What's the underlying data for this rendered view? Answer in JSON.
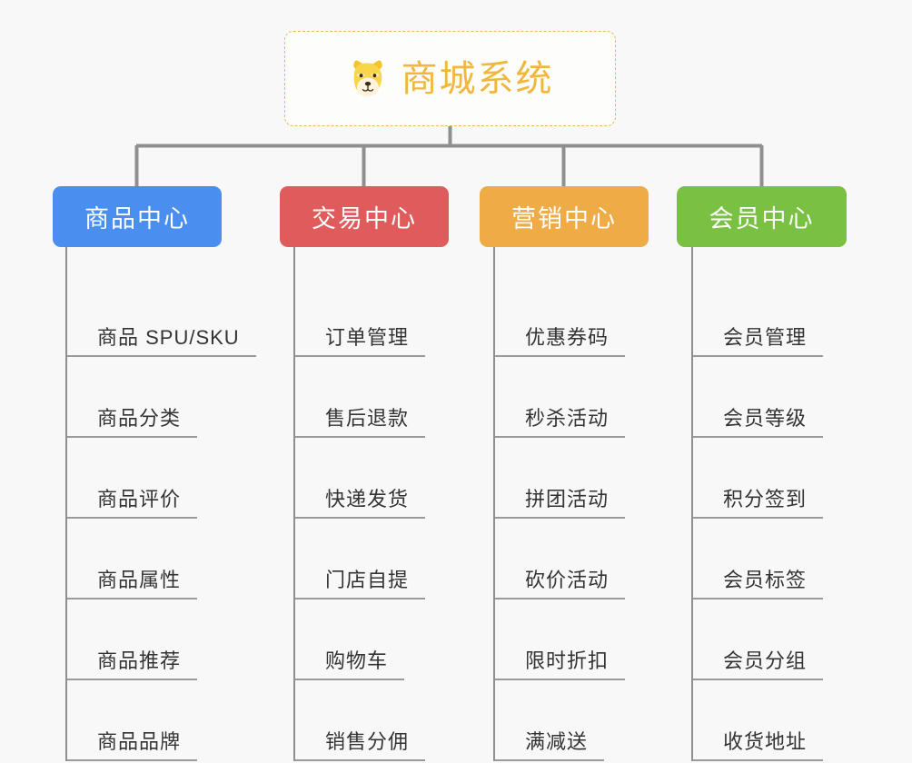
{
  "page": {
    "background_color": "#f8f8f8",
    "line_color": "#8f8f8f",
    "leaf_text_color": "#333333"
  },
  "root": {
    "title": "商城系统",
    "icon": "dog-face-emoji",
    "text_color": "#f0b73f",
    "border_color": "#e8b75e",
    "background_color": "#fdfdfc"
  },
  "branches": [
    {
      "label": "商品中心",
      "color": "#4a8ef0",
      "items": [
        "商品 SPU/SKU",
        "商品分类",
        "商品评价",
        "商品属性",
        "商品推荐",
        "商品品牌"
      ]
    },
    {
      "label": "交易中心",
      "color": "#e05c5c",
      "items": [
        "订单管理",
        "售后退款",
        "快递发货",
        "门店自提",
        "购物车",
        "销售分佣"
      ]
    },
    {
      "label": "营销中心",
      "color": "#eeab46",
      "items": [
        "优惠券码",
        "秒杀活动",
        "拼团活动",
        "砍价活动",
        "限时折扣",
        "满减送"
      ]
    },
    {
      "label": "会员中心",
      "color": "#7ac143",
      "items": [
        "会员管理",
        "会员等级",
        "积分签到",
        "会员标签",
        "会员分组",
        "收货地址"
      ]
    }
  ]
}
